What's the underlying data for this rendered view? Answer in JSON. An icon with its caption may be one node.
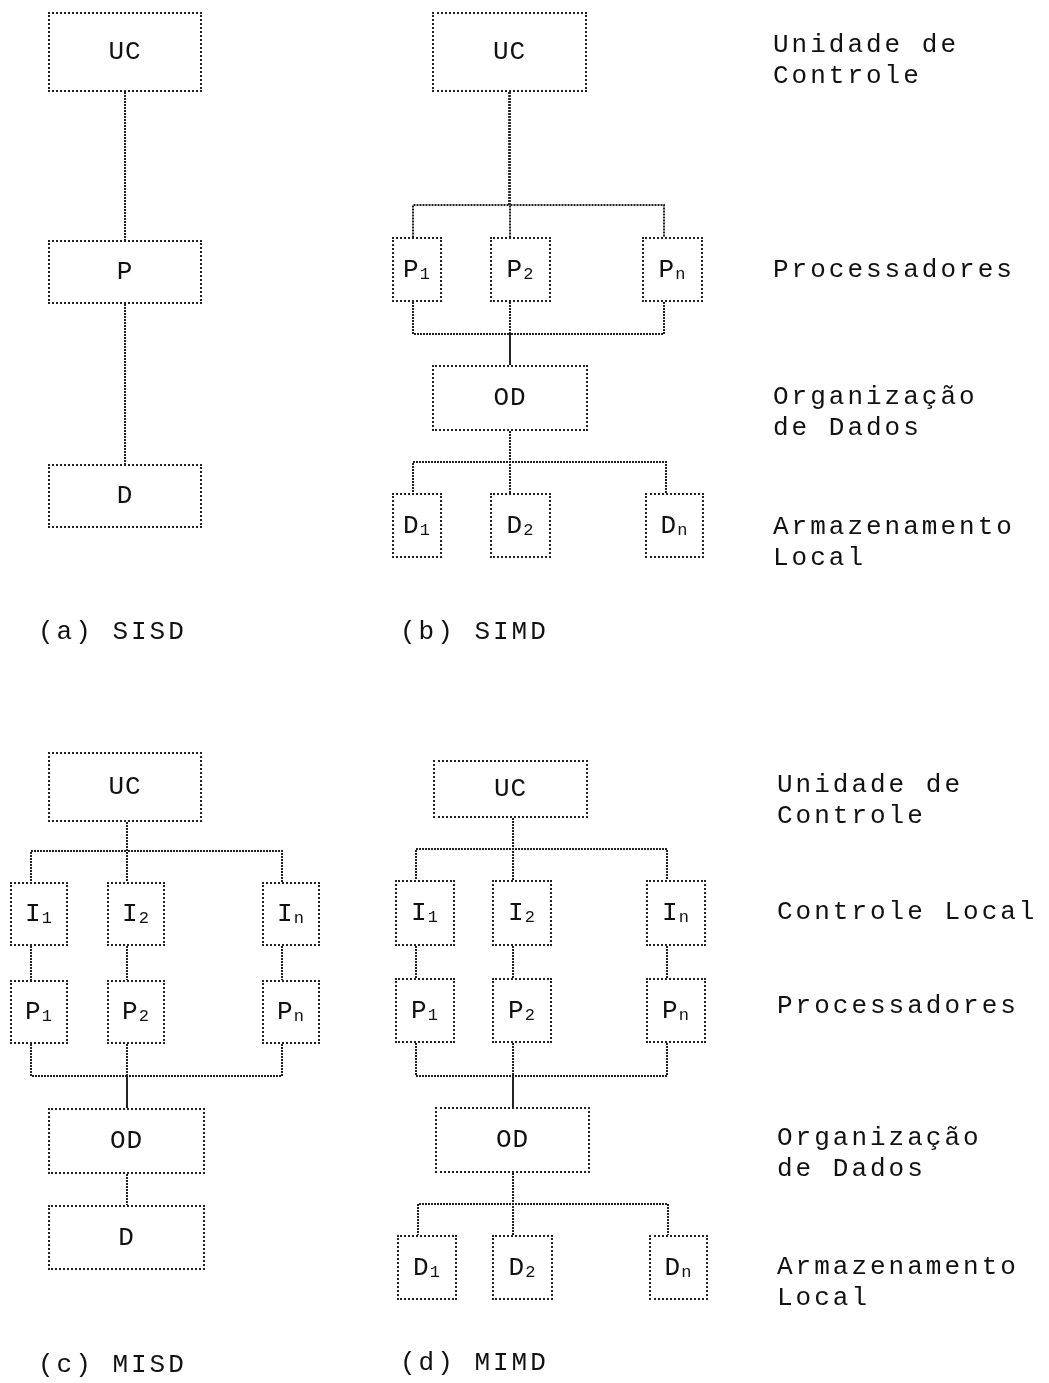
{
  "diagram": {
    "nodes": [
      {
        "text": [
          "UC"
        ]
      },
      {
        "text": [
          "P"
        ]
      },
      {
        "text": [
          "D"
        ]
      },
      {
        "text": [
          "UC"
        ]
      },
      {
        "text": [
          "P$_{1}$"
        ]
      },
      {
        "text": [
          "P$_{2}$"
        ]
      },
      {
        "text": [
          "P$_{n}$"
        ]
      },
      {
        "text": [
          "OD"
        ]
      },
      {
        "text": [
          "D$_{1}$"
        ]
      },
      {
        "text": [
          "D$_{2}$"
        ]
      },
      {
        "text": [
          "D$_{n}$"
        ]
      },
      {
        "text": [
          "UC"
        ]
      },
      {
        "text": [
          "I$_{1}$"
        ]
      },
      {
        "text": [
          "I$_{2}$"
        ]
      },
      {
        "text": [
          "I$_{n}$"
        ]
      },
      {
        "text": [
          "P$_{1}$"
        ]
      },
      {
        "text": [
          "P$_{2}$"
        ]
      },
      {
        "text": [
          "P$_{n}$"
        ]
      },
      {
        "text": [
          "OD"
        ]
      },
      {
        "text": [
          "D"
        ]
      },
      {
        "text": [
          "UC"
        ]
      },
      {
        "text": [
          "I$_{1}$"
        ]
      },
      {
        "text": [
          "I$_{2}$"
        ]
      },
      {
        "text": [
          "I$_{n}$"
        ]
      },
      {
        "text": [
          "P$_{1}$"
        ]
      },
      {
        "text": [
          "P$_{2}$"
        ]
      },
      {
        "text": [
          "P$_{n}$"
        ]
      },
      {
        "text": [
          "OD"
        ]
      },
      {
        "text": [
          "D$_{1}$"
        ]
      },
      {
        "text": [
          "D$_{2}$"
        ]
      },
      {
        "text": [
          "D$_{n}$"
        ]
      }
    ],
    "edges": [
      {
        "from": 0,
        "to": 1,
        "arrow": "none"
      },
      {
        "from": 1,
        "to": 2,
        "arrow": "none"
      },
      {
        "from": 3,
        "to": 4,
        "arrow": "none"
      },
      {
        "from": 3,
        "to": 5,
        "arrow": "none"
      },
      {
        "from": 3,
        "to": 6,
        "arrow": "none"
      },
      {
        "from": 4,
        "to": 7,
        "arrow": "none"
      },
      {
        "from": 5,
        "to": 7,
        "arrow": "none"
      },
      {
        "from": 6,
        "to": 7,
        "arrow": "none"
      },
      {
        "from": 7,
        "to": 8,
        "arrow": "none"
      },
      {
        "from": 7,
        "to": 9,
        "arrow": "none"
      },
      {
        "from": 7,
        "to": 10,
        "arrow": "none"
      },
      {
        "from": 11,
        "to": 12,
        "arrow": "none"
      },
      {
        "from": 11,
        "to": 13,
        "arrow": "none"
      },
      {
        "from": 11,
        "to": 14,
        "arrow": "none"
      },
      {
        "from": 12,
        "to": 15,
        "arrow": "none"
      },
      {
        "from": 13,
        "to": 16,
        "arrow": "none"
      },
      {
        "from": 14,
        "to": 17,
        "arrow": "none"
      },
      {
        "from": 15,
        "to": 18,
        "arrow": "none"
      },
      {
        "from": 16,
        "to": 18,
        "arrow": "none"
      },
      {
        "from": 17,
        "to": 18,
        "arrow": "none"
      },
      {
        "from": 18,
        "to": 19,
        "arrow": "none"
      },
      {
        "from": 20,
        "to": 21,
        "arrow": "none"
      },
      {
        "from": 20,
        "to": 22,
        "arrow": "none"
      },
      {
        "from": 20,
        "to": 23,
        "arrow": "none"
      },
      {
        "from": 21,
        "to": 24,
        "arrow": "none"
      },
      {
        "from": 22,
        "to": 25,
        "arrow": "none"
      },
      {
        "from": 23,
        "to": 26,
        "arrow": "none"
      },
      {
        "from": 24,
        "to": 27,
        "arrow": "none"
      },
      {
        "from": 25,
        "to": 27,
        "arrow": "none"
      },
      {
        "from": 26,
        "to": 27,
        "arrow": "none"
      },
      {
        "from": 27,
        "to": 28,
        "arrow": "none"
      },
      {
        "from": 27,
        "to": 29,
        "arrow": "none"
      },
      {
        "from": 27,
        "to": 30,
        "arrow": "none"
      }
    ],
    "labels": [
      "Unidade de Controle",
      "Processadores",
      "Organização de Dados",
      "Armazenamento Local",
      "(a) SISD",
      "(b) SIMD",
      "Unidade de Controle",
      "Controle Local",
      "Processadores",
      "Organização de Dados",
      "Armazenamento Local",
      "(c) MISD",
      "(d) MIMD"
    ]
  }
}
